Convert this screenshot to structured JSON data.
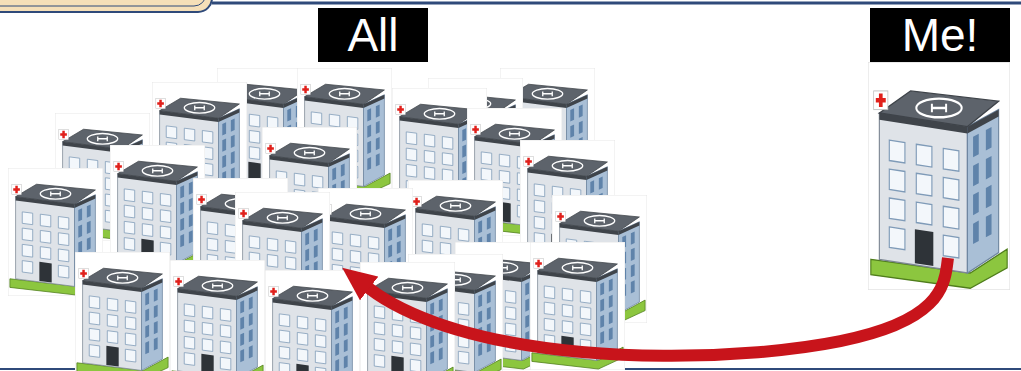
{
  "diagram": {
    "nodes": [
      {
        "text": [
          "All"
        ]
      },
      {
        "text": [
          "Me!"
        ]
      }
    ],
    "edges": [
      {
        "from": 1,
        "to": 0,
        "arrow": "to"
      }
    ]
  }
}
